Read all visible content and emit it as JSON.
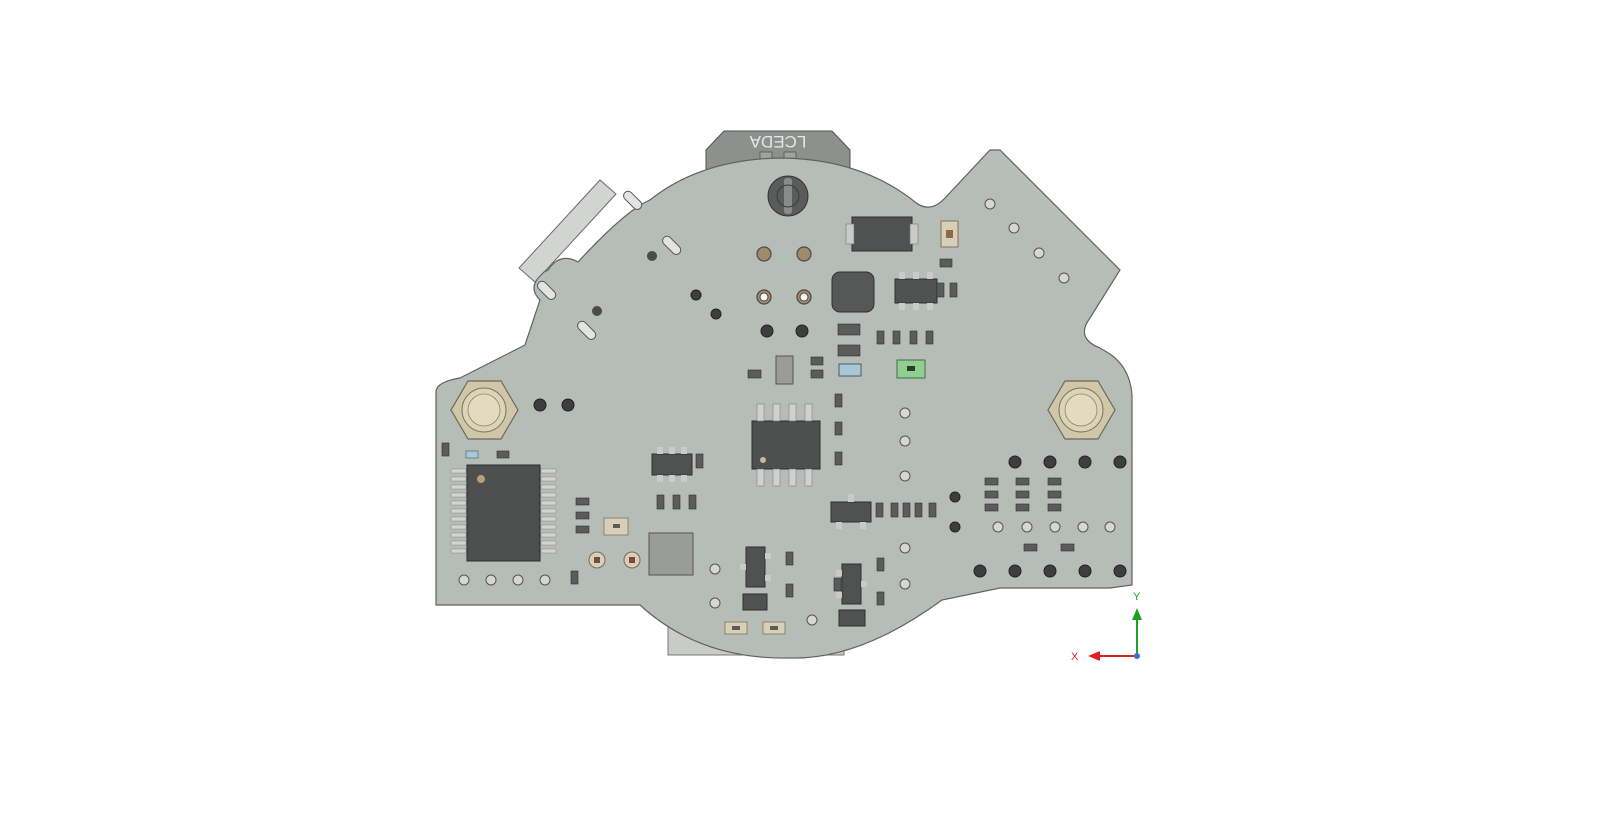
{
  "viewer": {
    "board_silkscreen": "LCEDA",
    "axis_x_label": "X",
    "axis_y_label": "Y",
    "colors": {
      "board": "#b5bbb5",
      "board_edge": "#6b6f6b",
      "ic_body": "#4a4c4c",
      "pad": "#d9dbd9",
      "standoff": "#d8cfb3",
      "axis_x": "#e02020",
      "axis_y": "#20a020",
      "axis_origin": "#3a6fd0",
      "led": "#8ecf8e"
    }
  }
}
